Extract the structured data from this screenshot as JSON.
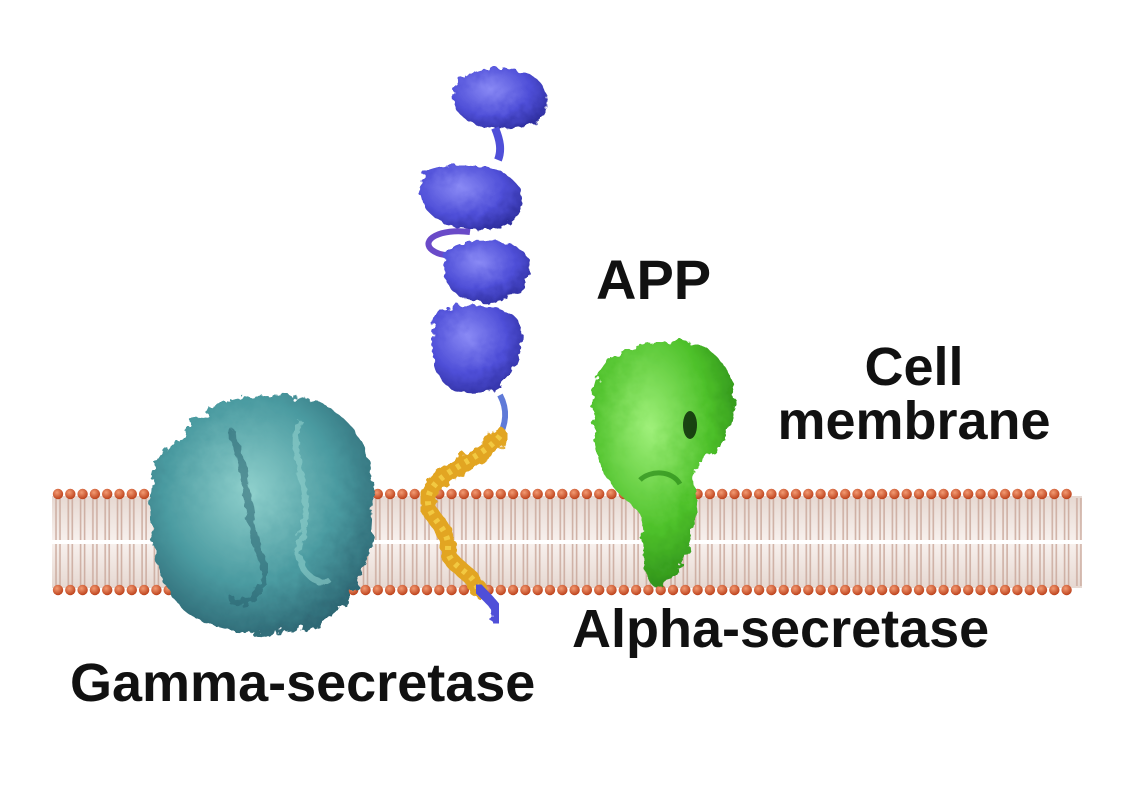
{
  "labels": {
    "app": "APP",
    "cell_membrane_line1": "Cell",
    "cell_membrane_line2": "membrane",
    "alpha_secretase": "Alpha-secretase",
    "gamma_secretase": "Gamma-secretase"
  },
  "colors": {
    "lipid_head": "#d2522a",
    "lipid_tail": "#cdb7ad",
    "gamma_secretase": "#4a9aa0",
    "alpha_secretase": "#4ec12a",
    "app_protein": "#4f4fd8",
    "app_transmembrane": "#e2a520"
  }
}
